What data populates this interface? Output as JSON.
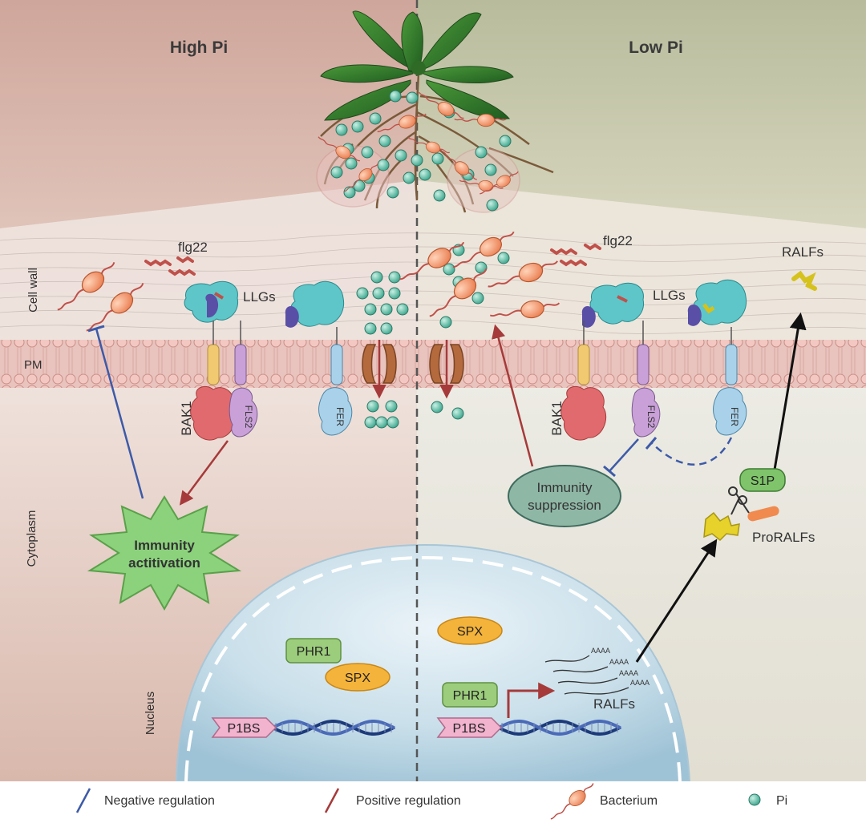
{
  "panels": {
    "left_title": "High Pi",
    "right_title": "Low Pi"
  },
  "compartments": {
    "cell_wall": "Cell wall",
    "pm": "PM",
    "cytoplasm": "Cytoplasm",
    "nucleus": "Nucleus"
  },
  "molecules": {
    "flg22_left": "flg22",
    "flg22_right": "flg22",
    "llgs_left": "LLGs",
    "llgs_right": "LLGs",
    "ralfs_top": "RALFs",
    "bak1_left": "BAK1",
    "bak1_right": "BAK1",
    "fls2_left": "FLS2",
    "fls2_right": "FLS2",
    "fer_left": "FER",
    "fer_right": "FER",
    "s1p": "S1P",
    "proralfs": "ProRALFs",
    "phr1_left": "PHR1",
    "phr1_right": "PHR1",
    "spx_left": "SPX",
    "spx_right": "SPX",
    "p1bs_left": "P1BS",
    "p1bs_right": "P1BS",
    "ralfs_nucleus": "RALFs",
    "polya": [
      "AAAA",
      "AAAA",
      "AAAA",
      "AAAA"
    ]
  },
  "processes": {
    "immunity_activation_line1": "Immunity",
    "immunity_activation_line2": "actitivation",
    "immunity_suppression_line1": "Immunity",
    "immunity_suppression_line2": "suppression"
  },
  "legend": {
    "negative": "Negative regulation",
    "positive": "Positive regulation",
    "bacterium": "Bacterium",
    "pi": "Pi"
  },
  "colors": {
    "negative": "#3d5aa8",
    "positive": "#a63a3a",
    "pi": "#5cc0a8",
    "bacterium": "#f0956a",
    "immunity_activation": "#8cd27c",
    "immunity_suppression": "#8fb7a6"
  },
  "icons": {
    "bacterium": "bacterium-icon",
    "pi": "pi-dot-icon",
    "scissors": "scissors-icon"
  }
}
